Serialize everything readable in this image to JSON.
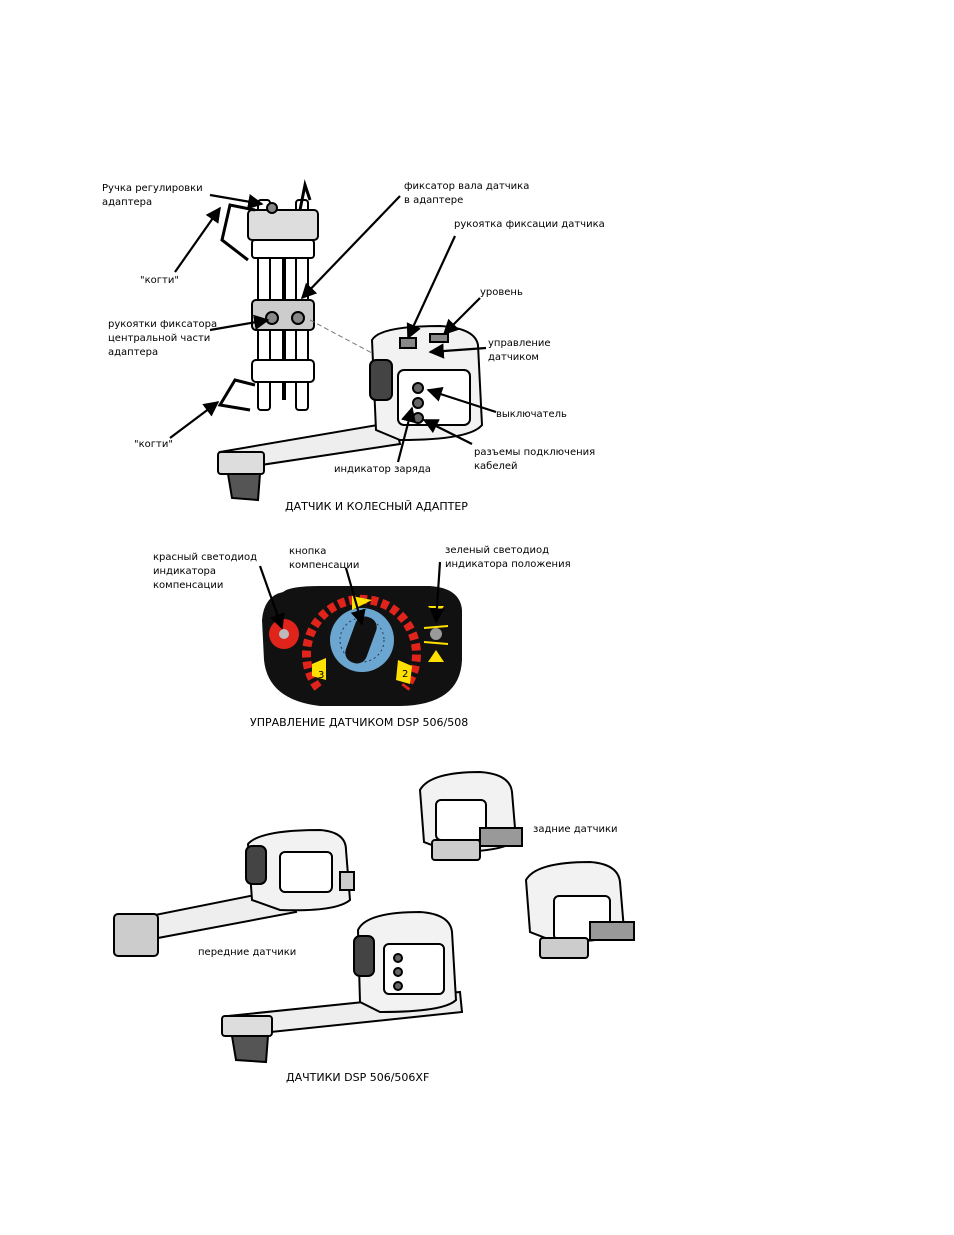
{
  "figure1": {
    "caption": "ДАТЧИК И КОЛЕСНЫЙ АДАПТЕР",
    "labels": {
      "adjust_knob": "Ручка регулировки\nадаптера",
      "claws_top": "\"когти\"",
      "central_lock": "рукоятки фиксатора\nцентральной части\nадаптера",
      "claws_bottom": "\"когти\"",
      "shaft_lock": "фиксатор вала датчика\nв адаптере",
      "sensor_lock_handle": "рукоятка фиксации датчика",
      "level": "уровень",
      "sensor_control": "управление\nдатчиком",
      "switch": "выключатель",
      "cable_connectors": "разъемы подключения\nкабелей",
      "charge_indicator": "индикатор заряда"
    }
  },
  "figure2": {
    "caption": "УПРАВЛЕНИЕ ДАТЧИКОМ DSP 506/508",
    "labels": {
      "red_led": "красный светодиод\nиндикатора\nкомпенсации",
      "comp_button": "кнопка\nкомпенсации",
      "green_led": "зеленый светодиод\nиндикатора положения"
    },
    "marks": {
      "left_number": "3",
      "right_number": "2"
    },
    "colors": {
      "panel": "#111111",
      "red": "#e0241b",
      "yellow": "#ffe100",
      "blue": "#6aa6cf",
      "grey": "#9a9a9a"
    }
  },
  "figure3": {
    "caption": "ДАЧТИКИ DSP 506/506XF",
    "labels": {
      "rear": "задние датчики",
      "front": "передние датчики"
    }
  }
}
